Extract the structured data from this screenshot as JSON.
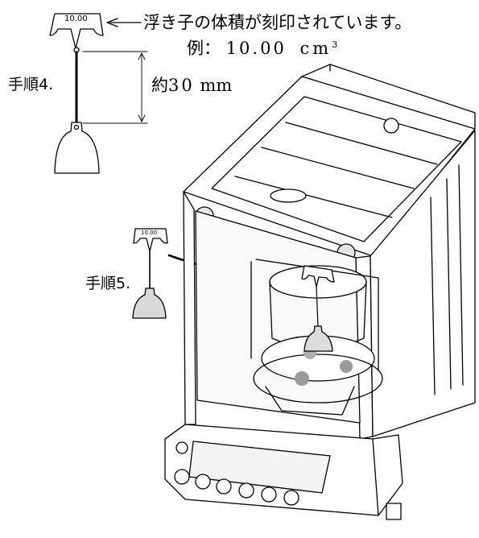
{
  "annotations": {
    "float_label_value": "10.00",
    "engraving_note": "浮き子の体積が刻印されています。",
    "example_label": "例：",
    "example_value": "10.00",
    "example_unit": "cm",
    "example_exponent": "3",
    "step4_label": "手順",
    "step4_number": "4.",
    "distance_label": "約",
    "distance_value": "30",
    "distance_unit": "mm",
    "step5_label": "手順",
    "step5_number": "5.",
    "small_float_value": "10.00"
  }
}
